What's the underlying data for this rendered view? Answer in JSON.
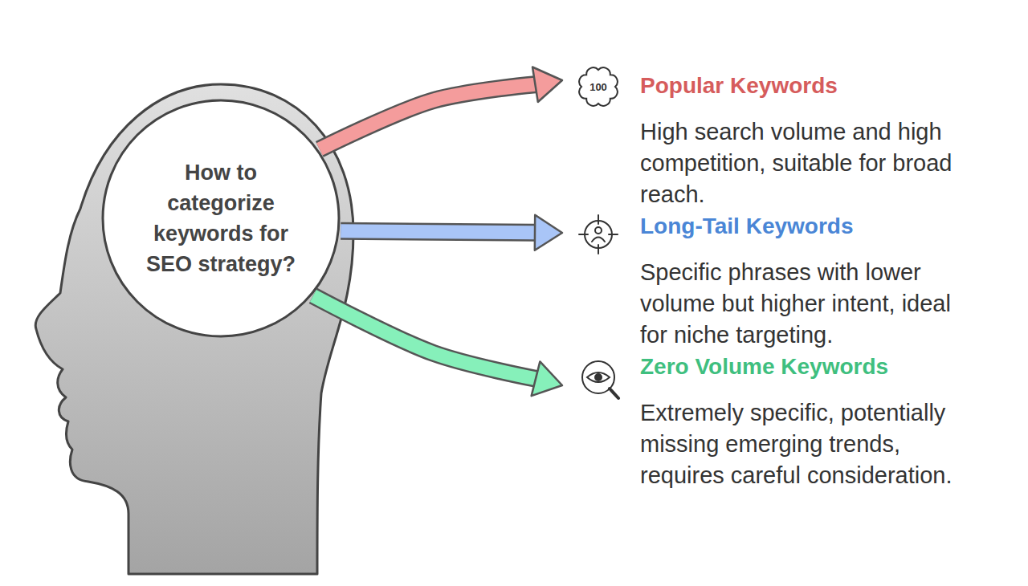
{
  "diagram": {
    "nodes": [
      {
        "text": [
          "How to categorize keywords for SEO strategy?"
        ]
      },
      {
        "text": [
          "Popular Keywords",
          "High search volume and high competition, suitable for broad reach."
        ]
      },
      {
        "text": [
          "Long-Tail Keywords",
          "Specific phrases with lower volume but higher intent, ideal for niche targeting."
        ]
      },
      {
        "text": [
          "Zero Volume Keywords",
          "Extremely specific, potentially missing emerging trends, requires careful consideration."
        ]
      }
    ],
    "edges": [
      {
        "from": 0,
        "to": 1,
        "arrow": "to"
      },
      {
        "from": 0,
        "to": 2,
        "arrow": "to"
      },
      {
        "from": 0,
        "to": 3,
        "arrow": "to"
      }
    ],
    "labels": [
      "100"
    ]
  }
}
